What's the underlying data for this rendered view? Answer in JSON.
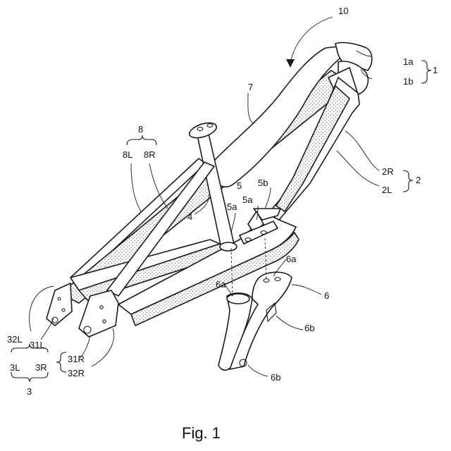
{
  "labels": {
    "frame": "10",
    "head_group": "1",
    "head_a": "1a",
    "head_b": "1b",
    "chainstay_group": "2",
    "chainstay_r": "2R",
    "chainstay_l": "2L",
    "dropout_group": "3",
    "dropout_l": "3L",
    "dropout_r": "3R",
    "dropout_31l": "31L",
    "dropout_32l": "32L",
    "dropout_31r": "31R",
    "dropout_32r": "32R",
    "seat_tube": "4",
    "mount": "5",
    "mount_a1": "5a",
    "mount_a2": "5a",
    "mount_b": "5b",
    "bracket": "6",
    "bracket_a1": "6a",
    "bracket_a2": "6a",
    "bracket_b1": "6b",
    "bracket_b2": "6b",
    "top_tube": "7",
    "seatstay_group": "8",
    "seatstay_l": "8L",
    "seatstay_r": "8R"
  },
  "caption": "Fig. 1"
}
